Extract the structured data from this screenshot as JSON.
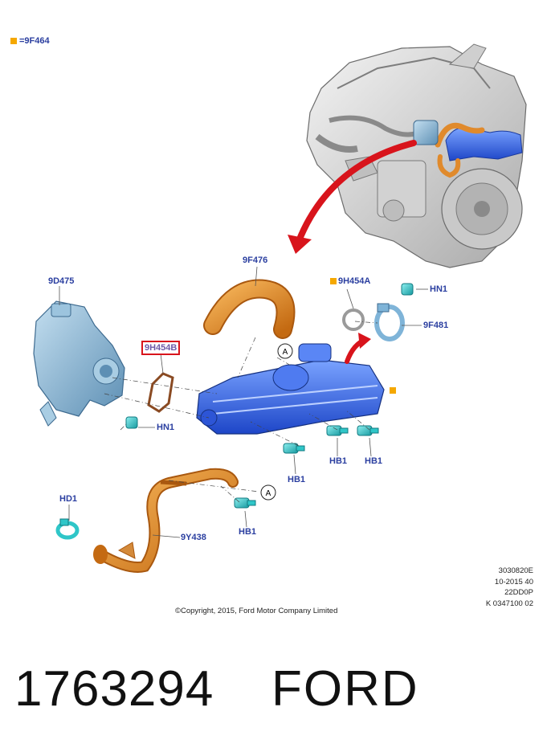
{
  "legend": {
    "symbol_color": "#f5a800",
    "text": "=9F464"
  },
  "labels": {
    "9D475": "9D475",
    "9F476": "9F476",
    "9H454A": "9H454A",
    "HN1_top": "HN1",
    "9F481": "9F481",
    "9H454B": "9H454B",
    "HN1_left": "HN1",
    "HB1_a": "HB1",
    "HB1_b": "HB1",
    "HB1_c": "HB1",
    "HB1_d": "HB1",
    "HD1": "HD1",
    "9Y438": "9Y438",
    "callout_a1": "A",
    "callout_a2": "A"
  },
  "meta": {
    "line1": "3030820E",
    "line2": "10-2015 40",
    "line3": "22DD0P",
    "line4": "K 0347100 02"
  },
  "copyright": "©Copyright, 2015, Ford Motor Company Limited",
  "footer": {
    "part_number": "1763294",
    "brand": "FORD"
  },
  "colors": {
    "label_blue": "#2b3fa0",
    "highlight_red": "#d8141c",
    "pipe_orange": "#e08a2c",
    "cooler_blue": "#3b6ee0",
    "valve_lightblue": "#7fb4d8",
    "fastener_cyan": "#2fc6c8"
  }
}
